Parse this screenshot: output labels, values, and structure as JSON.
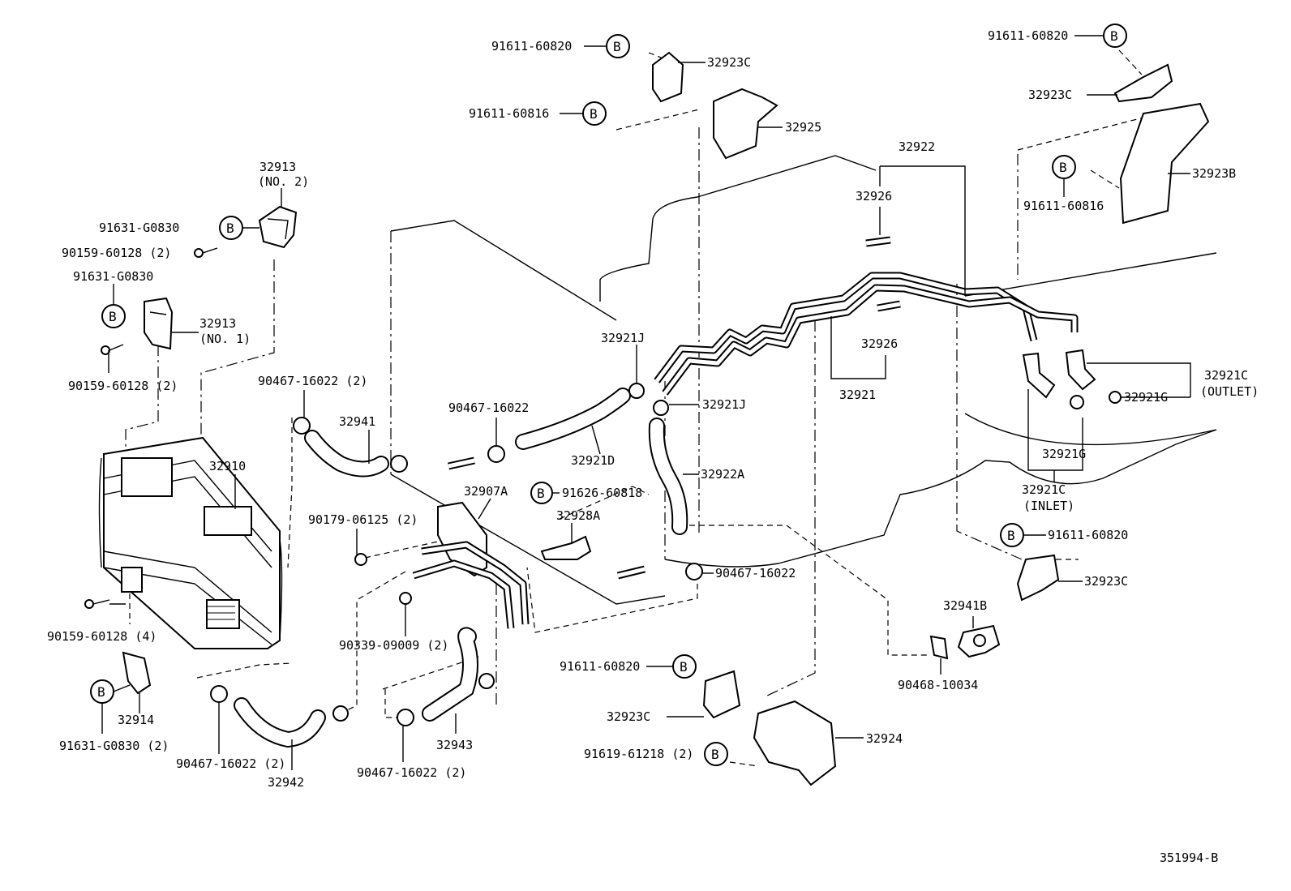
{
  "figure_id": "351994-B",
  "bolt_symbol": "B",
  "labels": {
    "p_91611_60820_top": "91611-60820",
    "p_32923C_top": "32923C",
    "p_91611_60816_mid": "91611-60816",
    "p_32925": "32925",
    "p_91611_60820_tr": "91611-60820",
    "p_32923C_tr": "32923C",
    "p_32923B": "32923B",
    "p_91611_60816_tr": "91611-60816",
    "p_32922": "32922",
    "p_32926_a": "32926",
    "p_32926_b": "32926",
    "p_32921": "32921",
    "p_32921C_outlet": "32921C",
    "p_outlet": "(OUTLET)",
    "p_32921G_a": "32921G",
    "p_32921G_b": "32921G",
    "p_32921C_inlet": "32921C",
    "p_inlet": "(INLET)",
    "p_32913_no2": "32913",
    "p_no2": "(NO. 2)",
    "p_91631_G0830_a": "91631-G0830",
    "p_90159_60128_a": "90159-60128 (2)",
    "p_91631_G0830_b": "91631-G0830",
    "p_32913_no1": "32913",
    "p_no1": "(NO. 1)",
    "p_90159_60128_b": "90159-60128 (2)",
    "p_32921J_a": "32921J",
    "p_32921J_b": "32921J",
    "p_90467_16022_a": "90467-16022 (2)",
    "p_32941": "32941",
    "p_90467_16022_b": "90467-16022",
    "p_32921D": "32921D",
    "p_32922A": "32922A",
    "p_32910": "32910",
    "p_32907A": "32907A",
    "p_91626_60818": "91626-60818",
    "p_32928A": "32928A",
    "p_90179_06125": "90179-06125 (2)",
    "p_90467_16022_c": "90467-16022",
    "p_91611_60820_r": "91611-60820",
    "p_32923C_r": "32923C",
    "p_32941B": "32941B",
    "p_90468_10034": "90468-10034",
    "p_90159_60128_c": "90159-60128 (4)",
    "p_90339_09009": "90339-09009 (2)",
    "p_91611_60820_b": "91611-60820",
    "p_32923C_b": "32923C",
    "p_32914": "32914",
    "p_91631_G0830_c": "91631-G0830 (2)",
    "p_90467_16022_d": "90467-16022 (2)",
    "p_32942": "32942",
    "p_32943": "32943",
    "p_90467_16022_e": "90467-16022 (2)",
    "p_91619_61218": "91619-61218 (2)",
    "p_32924": "32924"
  }
}
